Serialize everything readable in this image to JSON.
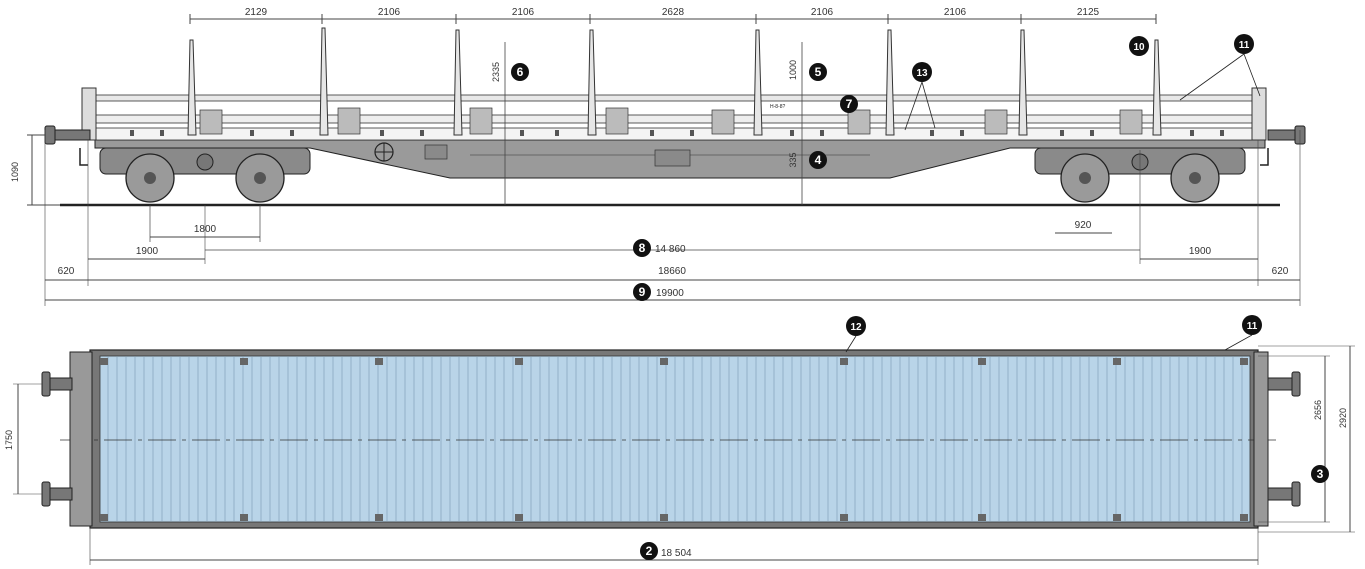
{
  "side_view": {
    "stanchion_spacing": [
      "2129",
      "2106",
      "2106",
      "2628",
      "2106",
      "2106",
      "2125"
    ],
    "overall_height": "1090",
    "bogie_wheelbase": "1800",
    "bogie_centre_to_end_left": "1900",
    "bogie_centre_to_end_right": "1900",
    "buffer_overhang_left": "620",
    "buffer_overhang_right": "620",
    "bogie_detail_right": "920",
    "bogie_pivot_spacing": "14 860",
    "length_over_headstocks": "18660",
    "length_over_buffers": "19900",
    "stanchion_height_left": "2335",
    "stanchion_height_right": "1000",
    "frame_depth": "335",
    "small_detail_label": "H-8-8?"
  },
  "plan_view": {
    "deck_length": "18 504",
    "deck_width_inner": "2656",
    "deck_width_outer": "2920",
    "buffer_spacing": "1750"
  },
  "callouts": [
    "2",
    "3",
    "4",
    "5",
    "6",
    "7",
    "8",
    "9",
    "10",
    "11",
    "12",
    "13"
  ],
  "colors": {
    "deck_fill": "#b9d4e8",
    "frame_fill": "#9a9a9a",
    "line": "#222222",
    "badge": "#111111"
  }
}
